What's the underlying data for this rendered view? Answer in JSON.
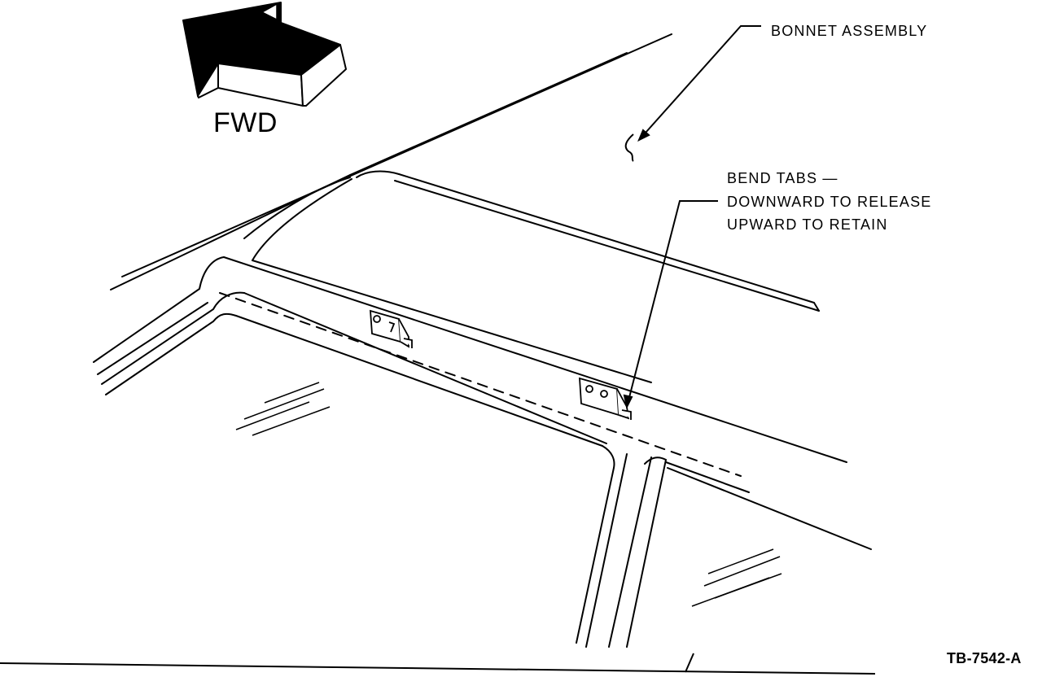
{
  "diagram": {
    "direction_label": "FWD",
    "callouts": {
      "bonnet": "BONNET ASSEMBLY",
      "tabs": [
        "BEND TABS —",
        "DOWNWARD TO RELEASE",
        "UPWARD TO RETAIN"
      ]
    },
    "figure_id": "TB-7542-A"
  },
  "colors": {
    "ink": "#000000",
    "paper": "#ffffff"
  }
}
